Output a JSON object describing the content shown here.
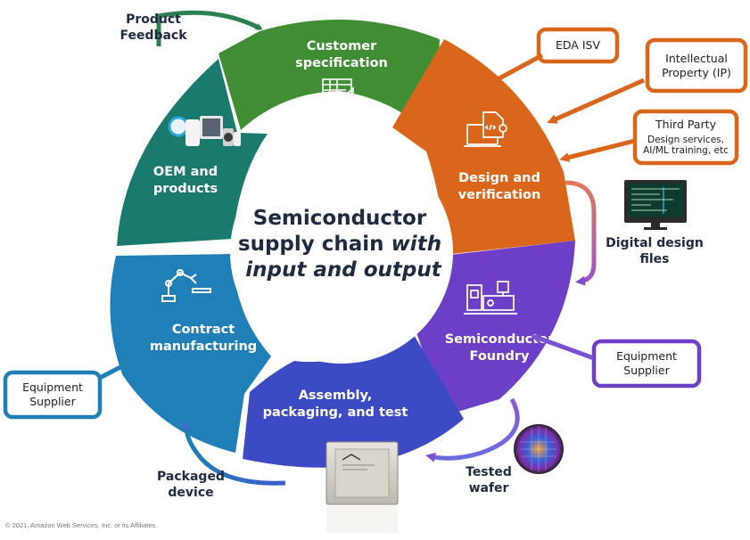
{
  "center_title": {
    "line1": "Semiconductor",
    "line2_plain": "supply chain ",
    "line2_italic": "with",
    "line3": "input and output"
  },
  "segments": [
    {
      "id": "customer",
      "lines": [
        "Customer",
        "specification"
      ],
      "color": "#3f8e33",
      "icon": "blueprint-icon"
    },
    {
      "id": "design",
      "lines": [
        "Design and",
        "verification"
      ],
      "color": "#d9661b",
      "icon": "laptop-code-icon"
    },
    {
      "id": "foundry",
      "lines": [
        "Semiconductor",
        "Foundry"
      ],
      "color": "#6d3fc6",
      "icon": "fab-equipment-icon"
    },
    {
      "id": "assembly",
      "lines": [
        "Assembly,",
        "packaging, and test"
      ],
      "color": "#3c4bc4",
      "icon": ""
    },
    {
      "id": "contract",
      "lines": [
        "Contract",
        "manufacturing"
      ],
      "color": "#1f7fb6",
      "icon": "robot-arm-icon"
    },
    {
      "id": "oem",
      "lines": [
        "OEM and",
        "products"
      ],
      "color": "#1b7a6e",
      "icon": "devices-icon"
    }
  ],
  "boxes": [
    {
      "id": "eda",
      "lines": [
        "EDA ISV"
      ],
      "color": "#d9661b"
    },
    {
      "id": "ip",
      "lines": [
        "Intellectual",
        "Property (IP)"
      ],
      "color": "#d9661b"
    },
    {
      "id": "third",
      "lines": [
        "Third Party",
        "Design services,",
        "AI/ML training, etc"
      ],
      "color": "#d9661b"
    },
    {
      "id": "equip-right",
      "lines": [
        "Equipment",
        "Supplier"
      ],
      "color": "#6d3fc6"
    },
    {
      "id": "equip-left",
      "lines": [
        "Equipment",
        "Supplier"
      ],
      "color": "#1f7fb6"
    }
  ],
  "external_labels": {
    "product_feedback": [
      "Product",
      "Feedback"
    ],
    "digital_design_files": [
      "Digital design",
      "files"
    ],
    "tested_wafer": [
      "Tested",
      "wafer"
    ],
    "packaged_device": [
      "Packaged",
      "device"
    ]
  },
  "copyright": "© 2021, Amazon Web Services, Inc. or its Affiliates."
}
